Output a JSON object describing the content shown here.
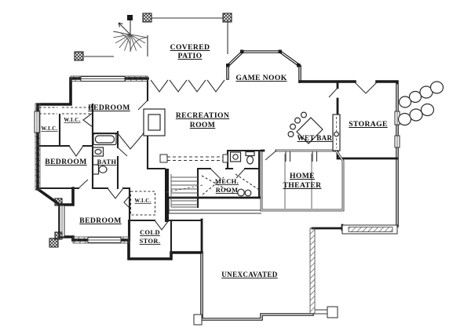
{
  "floor_plan": {
    "labels": {
      "covered_patio_1": "COVERED",
      "covered_patio_2": "PATIO",
      "game_nook": "GAME NOOK",
      "bedroom_upper": "BEDROOM",
      "wic_upper_right": "W.I.C.",
      "wic_upper_left": "W.I.C.",
      "recreation_1": "RECREATION",
      "recreation_2": "ROOM",
      "storage": "STORAGE",
      "wet_bar": "WET BAR",
      "bedroom_middle": "BEDROOM",
      "bath": "BATH",
      "home_theater_1": "HOME",
      "home_theater_2": "THEATER",
      "mech_room_1": "MECH.",
      "mech_room_2": "ROOM",
      "wic_lower": "W.I.C.",
      "bedroom_lower": "BEDROOM",
      "cold_storage_1": "COLD",
      "cold_storage_2": "STOR.",
      "unexcavated": "UNEXCAVATED"
    },
    "colors": {
      "ink": "#1b1b1b",
      "paper": "#ffffff"
    }
  }
}
